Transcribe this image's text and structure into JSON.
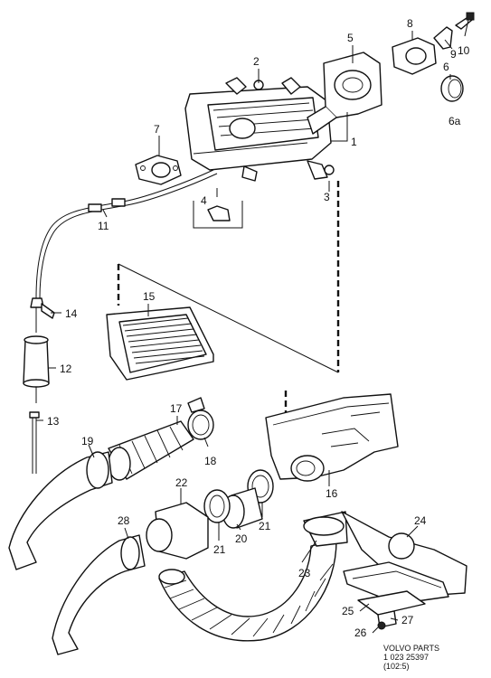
{
  "callouts": {
    "c1": "1",
    "c2": "2",
    "c3": "3",
    "c4": "4",
    "c5": "5",
    "c6": "6",
    "c6a": "6a",
    "c7": "7",
    "c8": "8",
    "c9": "9",
    "c10": "10",
    "c11": "11",
    "c12": "12",
    "c13": "13",
    "c14": "14",
    "c15": "15",
    "c16": "16",
    "c17": "17",
    "c18": "18",
    "c19": "19",
    "c20": "20",
    "c21a": "21",
    "c21b": "21",
    "c22": "22",
    "c23": "23",
    "c24": "24",
    "c25": "25",
    "c26": "26",
    "c27": "27",
    "c28": "28"
  },
  "footer": {
    "line1": "VOLVO PARTS",
    "line2": "1 023 25397",
    "line3": "(102:5)"
  }
}
